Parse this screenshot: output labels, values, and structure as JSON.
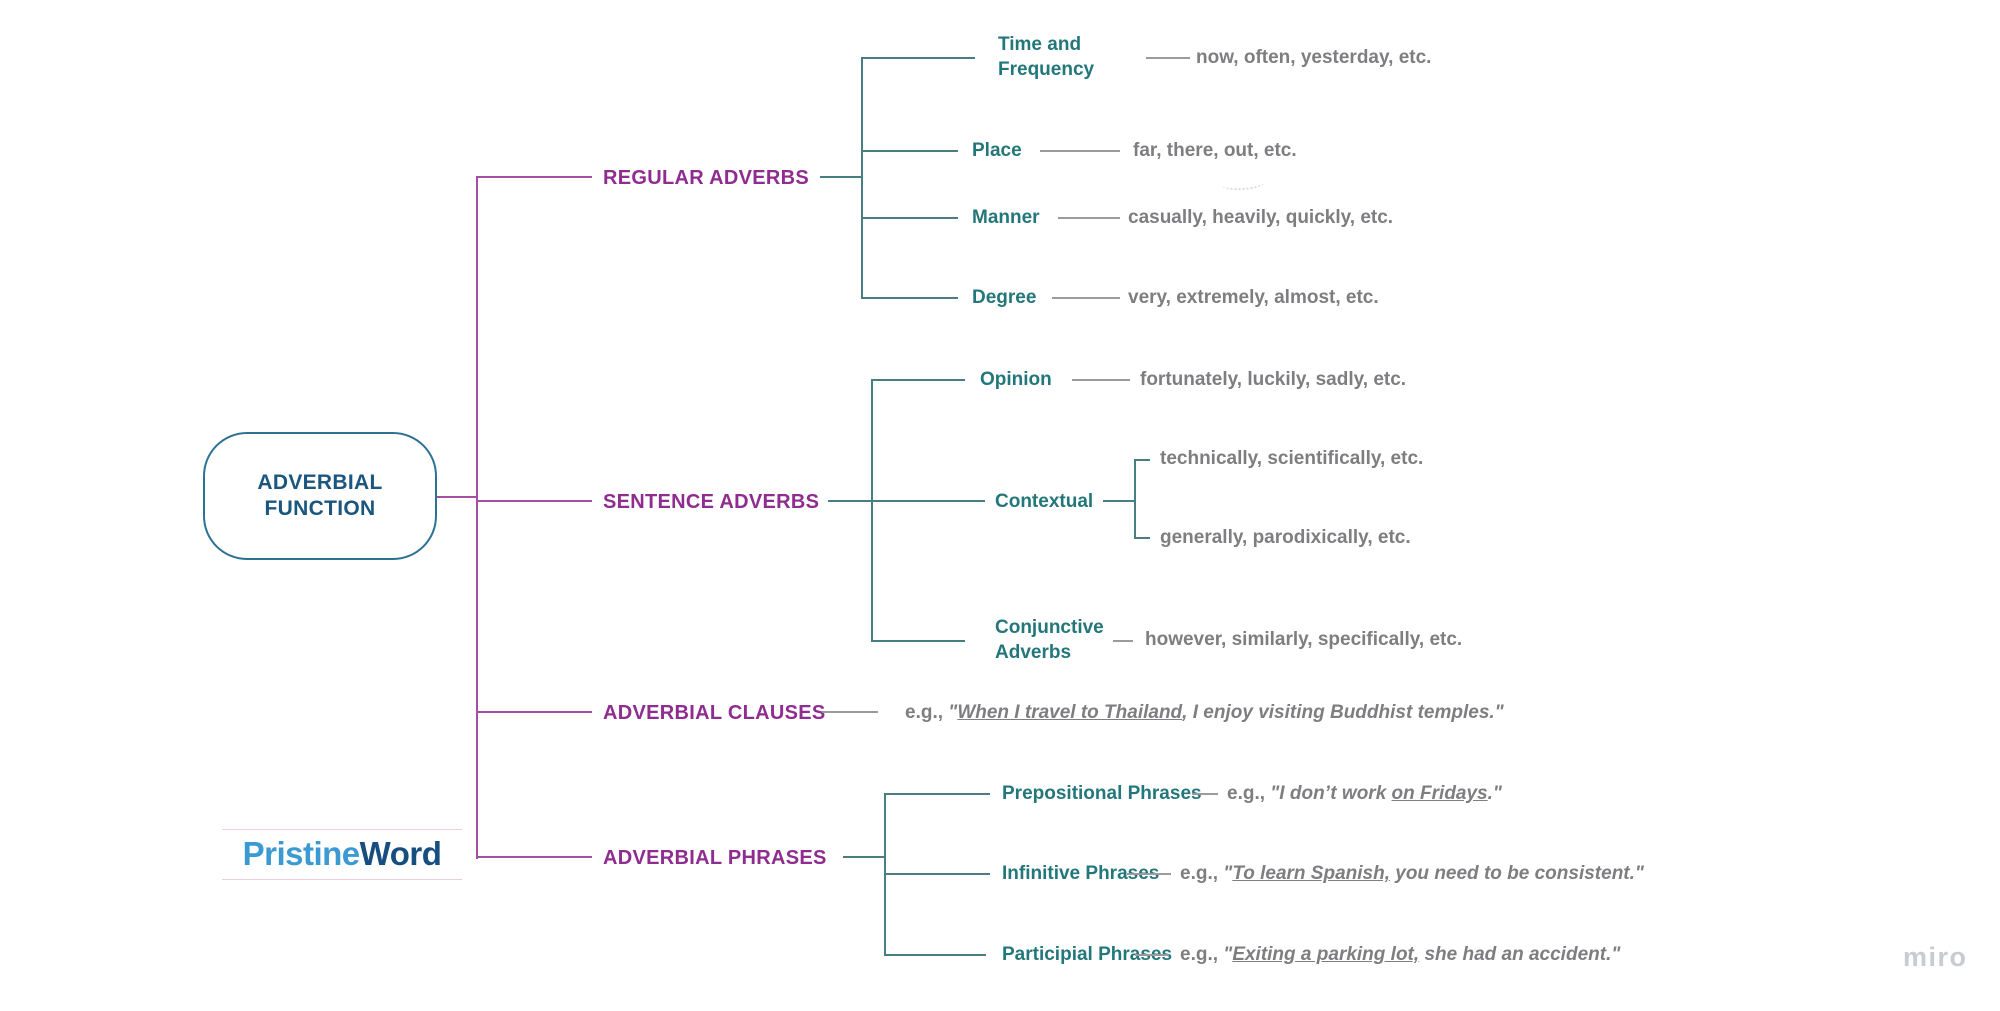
{
  "root_label": "ADVERBIAL FUNCTION",
  "branches": {
    "regular": {
      "label": "REGULAR ADVERBS",
      "children": [
        {
          "label": "Time and Frequency",
          "example": "now, often, yesterday, etc."
        },
        {
          "label": "Place",
          "example": "far, there, out, etc."
        },
        {
          "label": "Manner",
          "example": "casually, heavily, quickly, etc."
        },
        {
          "label": "Degree",
          "example": "very, extremely, almost, etc."
        }
      ]
    },
    "sentence": {
      "label": "SENTENCE ADVERBS",
      "children": [
        {
          "label": "Opinion",
          "example": "fortunately, luckily, sadly, etc."
        },
        {
          "label": "Contextual",
          "examples": [
            "technically, scientifically, etc.",
            "generally, parodixically, etc."
          ]
        },
        {
          "label": "Conjunctive Adverbs",
          "example": "however, similarly, specifically, etc."
        }
      ]
    },
    "clauses": {
      "label": "ADVERBIAL CLAUSES",
      "example": {
        "prefix": "e.g., ",
        "pre": "\"",
        "underlined": "When I travel to Thailand",
        "post": ", I enjoy visiting Buddhist temples.\""
      }
    },
    "phrases": {
      "label": "ADVERBIAL PHRASES",
      "children": [
        {
          "label": "Prepositional Phrases",
          "example": {
            "prefix": "e.g., ",
            "pre": "\"I don’t work ",
            "underlined": "on Fridays",
            "post": ".\""
          }
        },
        {
          "label": "Infinitive Phrases",
          "example": {
            "prefix": "e.g., ",
            "pre": "\"",
            "underlined": "To learn Spanish,",
            "post": " you need to be consistent.\""
          }
        },
        {
          "label": "Participial Phrases",
          "example": {
            "prefix": "e.g., ",
            "pre": "\"",
            "underlined": "Exiting a parking lot,",
            "post": " she had an accident.\""
          }
        }
      ]
    }
  },
  "logo": {
    "first": "Pristine",
    "second": "Word"
  },
  "watermark": "miro",
  "colors": {
    "branch_text": "#8e2c90",
    "branch_line": "#a44fa6",
    "sub_text": "#23777b",
    "sub_line": "#457f82",
    "example_text": "#7e7e81",
    "root_text": "#1a567d",
    "root_border": "#2d7193"
  }
}
